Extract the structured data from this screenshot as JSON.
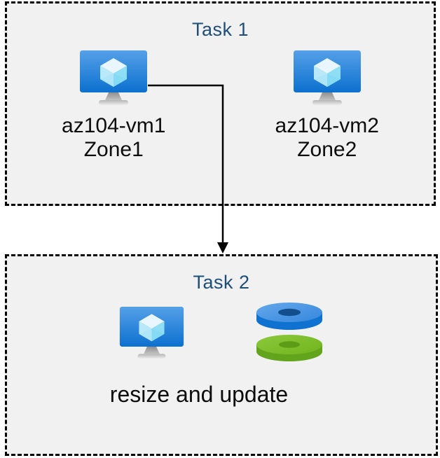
{
  "task1": {
    "title": "Task 1",
    "vms": [
      {
        "name": "az104-vm1",
        "zone": "Zone1"
      },
      {
        "name": "az104-vm2",
        "zone": "Zone2"
      }
    ]
  },
  "task2": {
    "title": "Task 2",
    "caption": "resize and update"
  },
  "icons": {
    "vm": "azure-virtual-machine-icon",
    "disks": "azure-disks-icon",
    "arrow": "down-arrow-connector"
  },
  "colors": {
    "title_text": "#1f4e79",
    "body_text": "#0d0d0d",
    "box_fill": "#f1f1f2",
    "box_border": "#000000",
    "vm_screen_top": "#4f9ae6",
    "vm_screen_bottom": "#0c70cf",
    "disk_blue_top": "#4493e2",
    "disk_blue_side": "#0f72d0",
    "disk_blue_hole": "#124f8c",
    "disk_green_top": "#7cbf2a",
    "disk_green_side": "#63a41d",
    "disk_green_hole": "#5d9c17"
  }
}
